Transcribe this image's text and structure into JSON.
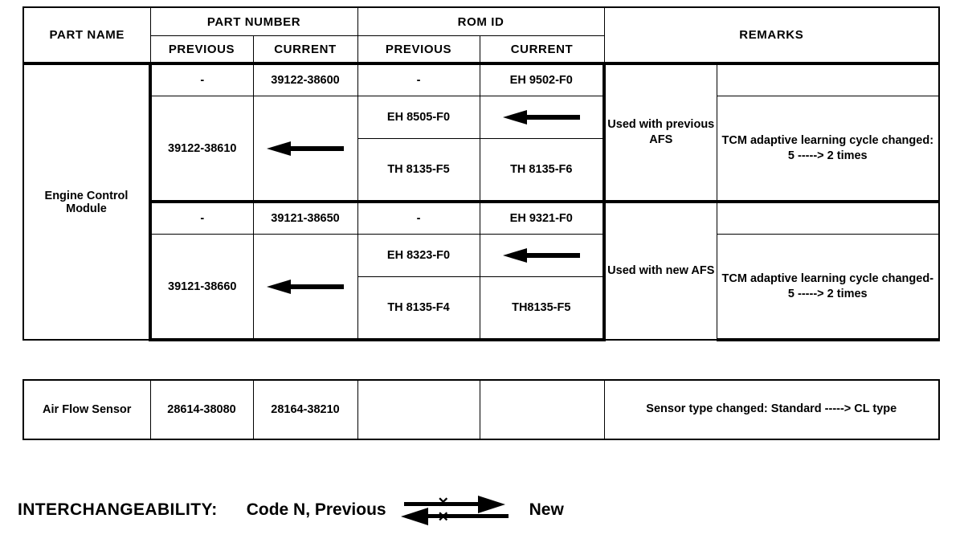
{
  "table": {
    "headers": {
      "part_name": "PART NAME",
      "part_number": "PART NUMBER",
      "rom_id": "ROM ID",
      "remarks": "REMARKS",
      "previous": "PREVIOUS",
      "current": "CURRENT",
      "previous2": "PREVIOUS",
      "current2": "CURRENT"
    },
    "part_name_ecm": "Engine Control Module",
    "groups": [
      {
        "rows": [
          {
            "pn_previous": "-",
            "pn_current": "39122-38600",
            "rom_previous": "-",
            "rom_current": "EH 9502-F0"
          },
          {
            "pn_previous": "39122-38610",
            "pn_current": "arrow-left-icon",
            "rom_previous": "EH 8505-F0",
            "rom_current": "arrow-left-icon"
          },
          {
            "pn_previous": "",
            "pn_current": "",
            "rom_previous": "TH 8135-F5",
            "rom_current": "TH 8135-F6"
          }
        ],
        "used_with": "Used with previous AFS",
        "remark": "TCM adaptive learning cycle changed: 5 -----> 2 times"
      },
      {
        "rows": [
          {
            "pn_previous": "-",
            "pn_current": "39121-38650",
            "rom_previous": "-",
            "rom_current": "EH 9321-F0"
          },
          {
            "pn_previous": "39121-38660",
            "pn_current": "arrow-left-icon",
            "rom_previous": "EH 8323-F0",
            "rom_current": "arrow-left-icon"
          },
          {
            "pn_previous": "",
            "pn_current": "",
            "rom_previous": "TH 8135-F4",
            "rom_current": "TH8135-F5"
          }
        ],
        "used_with": "Used with new AFS",
        "remark": "TCM adaptive learning cycle changed- 5 -----> 2 times"
      }
    ]
  },
  "table2": {
    "part_name": "Air Flow Sensor",
    "pn_previous": "28614-38080",
    "pn_current": "28164-38210",
    "rom_previous": "",
    "rom_current": "",
    "remark": "Sensor type changed: Standard -----> CL type"
  },
  "legend": {
    "label": "INTERCHANGEABILITY:",
    "code": "Code N, Previous",
    "new": "New",
    "cross_mark": "✕"
  },
  "colors": {
    "ink": "#000000",
    "paper": "#ffffff"
  }
}
